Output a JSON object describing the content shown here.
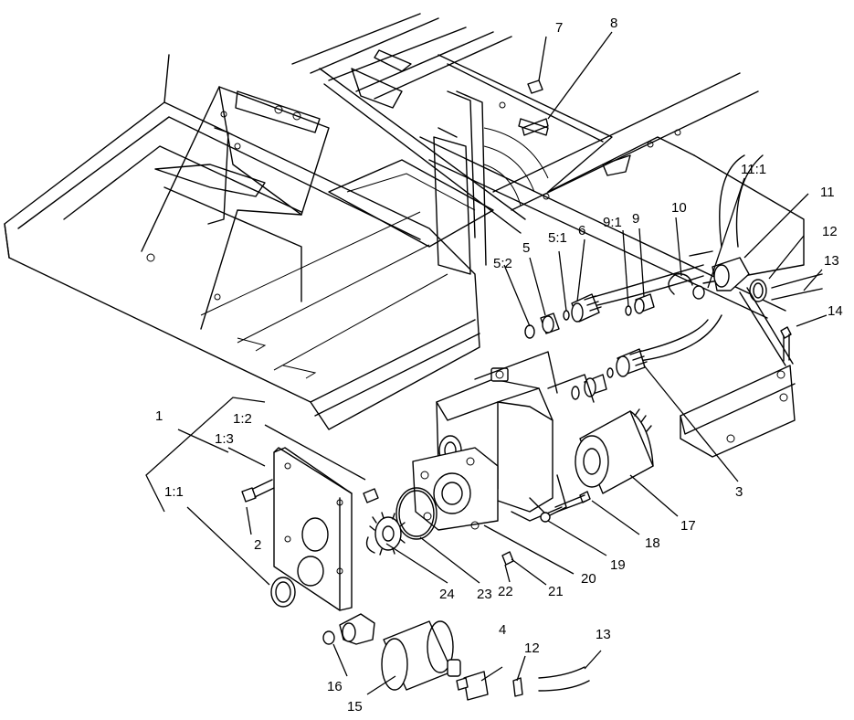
{
  "diagram": {
    "labels": {
      "p1": "1",
      "p1_1": "1:1",
      "p1_2": "1:2",
      "p1_3": "1:3",
      "p2": "2",
      "p3": "3",
      "p4": "4",
      "p5": "5",
      "p5_1": "5:1",
      "p5_2": "5:2",
      "p6": "6",
      "p7": "7",
      "p8": "8",
      "p9": "9",
      "p9_1": "9:1",
      "p10": "10",
      "p11": "11",
      "p11_1": "11:1",
      "p12_top": "12",
      "p12_bottom": "12",
      "p13_top": "13",
      "p13_bottom": "13",
      "p14": "14",
      "p15": "15",
      "p16": "16",
      "p17": "17",
      "p18": "18",
      "p19": "19",
      "p20": "20",
      "p21": "21",
      "p22": "22",
      "p23": "23",
      "p24": "24"
    }
  }
}
